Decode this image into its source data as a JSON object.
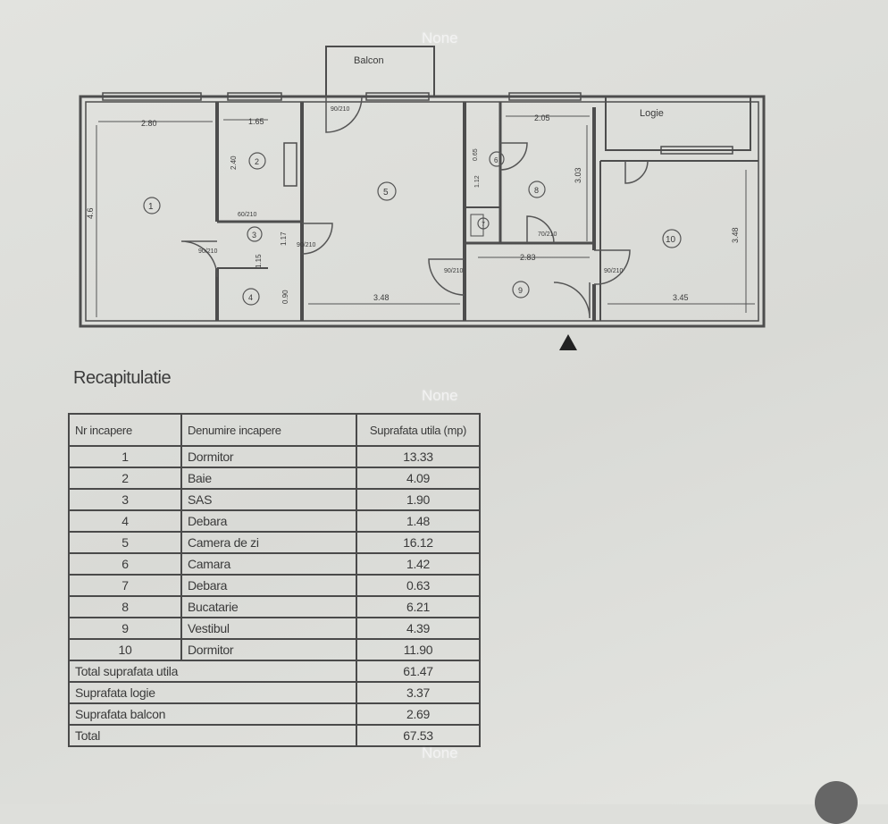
{
  "watermarks": [
    "None",
    "None",
    "None"
  ],
  "plan": {
    "balcony_label": "Balcon",
    "logia_label": "Logie",
    "room_numbers": [
      "1",
      "2",
      "3",
      "4",
      "5",
      "6",
      "7",
      "8",
      "9",
      "10"
    ],
    "dimensions": [
      "2.80",
      "1.65",
      "2.05",
      "2.83",
      "3.48",
      "3.45",
      "3.48",
      "3.03",
      "2.40",
      "1.17",
      "1.15",
      "0.90",
      "4.6",
      "1.12",
      "0.65"
    ],
    "door_labels": [
      "90/210",
      "90/210",
      "90/210",
      "90/210",
      "90/210",
      "70/210",
      "60/210"
    ]
  },
  "recap": {
    "title": "Recapitulatie",
    "headers": {
      "nr": "Nr incapere",
      "name": "Denumire incapere",
      "area": "Suprafata utila (mp)"
    },
    "rooms": [
      {
        "nr": "1",
        "name": "Dormitor",
        "area": "13.33"
      },
      {
        "nr": "2",
        "name": "Baie",
        "area": "4.09"
      },
      {
        "nr": "3",
        "name": "SAS",
        "area": "1.90"
      },
      {
        "nr": "4",
        "name": "Debara",
        "area": "1.48"
      },
      {
        "nr": "5",
        "name": "Camera de zi",
        "area": "16.12"
      },
      {
        "nr": "6",
        "name": "Camara",
        "area": "1.42"
      },
      {
        "nr": "7",
        "name": "Debara",
        "area": "0.63"
      },
      {
        "nr": "8",
        "name": "Bucatarie",
        "area": "6.21"
      },
      {
        "nr": "9",
        "name": "Vestibul",
        "area": "4.39"
      },
      {
        "nr": "10",
        "name": "Dormitor",
        "area": "11.90"
      }
    ],
    "totals": [
      {
        "label": "Total suprafata utila",
        "value": "61.47"
      },
      {
        "label": "Suprafata logie",
        "value": "3.37"
      },
      {
        "label": "Suprafata balcon",
        "value": "2.69"
      },
      {
        "label": "Total",
        "value": "67.53"
      }
    ]
  }
}
